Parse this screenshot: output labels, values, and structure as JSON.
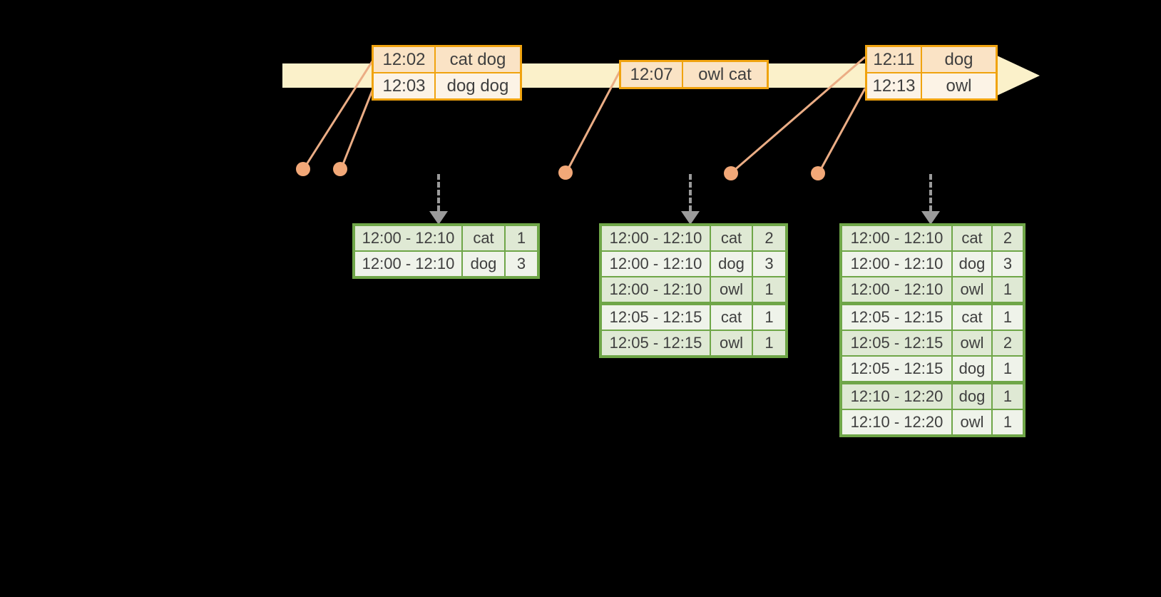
{
  "diagram": {
    "colors": {
      "timeline": "#FBF1CA",
      "event_border": "#F0A30F",
      "event_row_dark": "#FAE3C5",
      "event_row_light": "#FCF3E6",
      "result_border": "#6FA648",
      "result_row_dark": "#DFE9D4",
      "result_row_light": "#EFF3EA",
      "connector": "#EBAD85",
      "dot": "#F2A878",
      "arrow": "#9B9B9B",
      "text": "#3F3F3F"
    },
    "event_tables": [
      {
        "rows": [
          {
            "time": "12:02",
            "words": "cat dog"
          },
          {
            "time": "12:03",
            "words": "dog dog"
          }
        ]
      },
      {
        "rows": [
          {
            "time": "12:07",
            "words": "owl cat"
          }
        ]
      },
      {
        "rows": [
          {
            "time": "12:11",
            "words": "dog"
          },
          {
            "time": "12:13",
            "words": "owl"
          }
        ]
      }
    ],
    "result_tables": [
      {
        "rows": [
          {
            "window": "12:00 - 12:10",
            "word": "cat",
            "count": "1"
          },
          {
            "window": "12:00 - 12:10",
            "word": "dog",
            "count": "3"
          }
        ]
      },
      {
        "rows": [
          {
            "window": "12:00 - 12:10",
            "word": "cat",
            "count": "2"
          },
          {
            "window": "12:00 - 12:10",
            "word": "dog",
            "count": "3"
          },
          {
            "window": "12:00 - 12:10",
            "word": "owl",
            "count": "1"
          },
          {
            "window": "12:05 - 12:15",
            "word": "cat",
            "count": "1"
          },
          {
            "window": "12:05 - 12:15",
            "word": "owl",
            "count": "1"
          }
        ]
      },
      {
        "rows": [
          {
            "window": "12:00 - 12:10",
            "word": "cat",
            "count": "2"
          },
          {
            "window": "12:00 - 12:10",
            "word": "dog",
            "count": "3"
          },
          {
            "window": "12:00 - 12:10",
            "word": "owl",
            "count": "1"
          },
          {
            "window": "12:05 - 12:15",
            "word": "cat",
            "count": "1"
          },
          {
            "window": "12:05 - 12:15",
            "word": "owl",
            "count": "2"
          },
          {
            "window": "12:05 - 12:15",
            "word": "dog",
            "count": "1"
          },
          {
            "window": "12:10 - 12:20",
            "word": "dog",
            "count": "1"
          },
          {
            "window": "12:10 - 12:20",
            "word": "owl",
            "count": "1"
          }
        ]
      }
    ]
  }
}
